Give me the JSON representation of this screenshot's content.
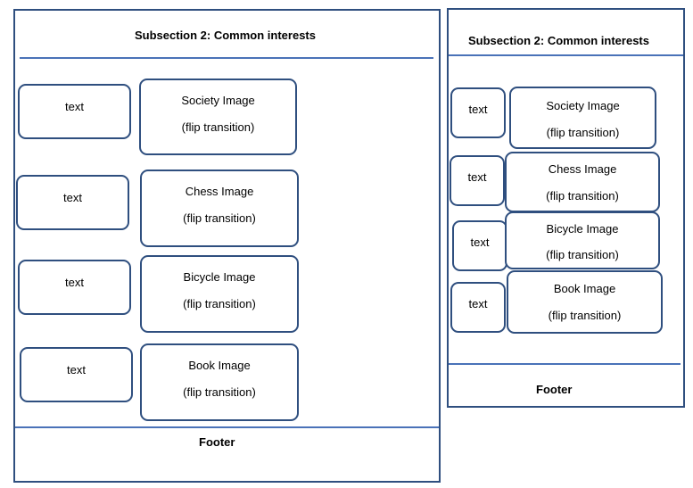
{
  "desktop": {
    "heading": "Subsection 2: Common interests",
    "rows": [
      {
        "text": "text",
        "image_title": "Society Image",
        "image_note": "(flip transition)"
      },
      {
        "text": "text",
        "image_title": "Chess Image",
        "image_note": "(flip transition)"
      },
      {
        "text": "text",
        "image_title": "Bicycle Image",
        "image_note": "(flip transition)"
      },
      {
        "text": "text",
        "image_title": "Book Image",
        "image_note": "(flip transition)"
      }
    ],
    "footer": "Footer"
  },
  "mobile": {
    "heading": "Subsection 2: Common interests",
    "rows": [
      {
        "text": "text",
        "image_title": "Society Image",
        "image_note": "(flip transition)"
      },
      {
        "text": "text",
        "image_title": "Chess Image",
        "image_note": "(flip transition)"
      },
      {
        "text": "text",
        "image_title": "Bicycle Image",
        "image_note": "(flip transition)"
      },
      {
        "text": "text",
        "image_title": "Book Image",
        "image_note": "(flip transition)"
      }
    ],
    "footer": "Footer"
  },
  "colors": {
    "border": "#2f4f7f",
    "divider": "#4a72b8"
  }
}
